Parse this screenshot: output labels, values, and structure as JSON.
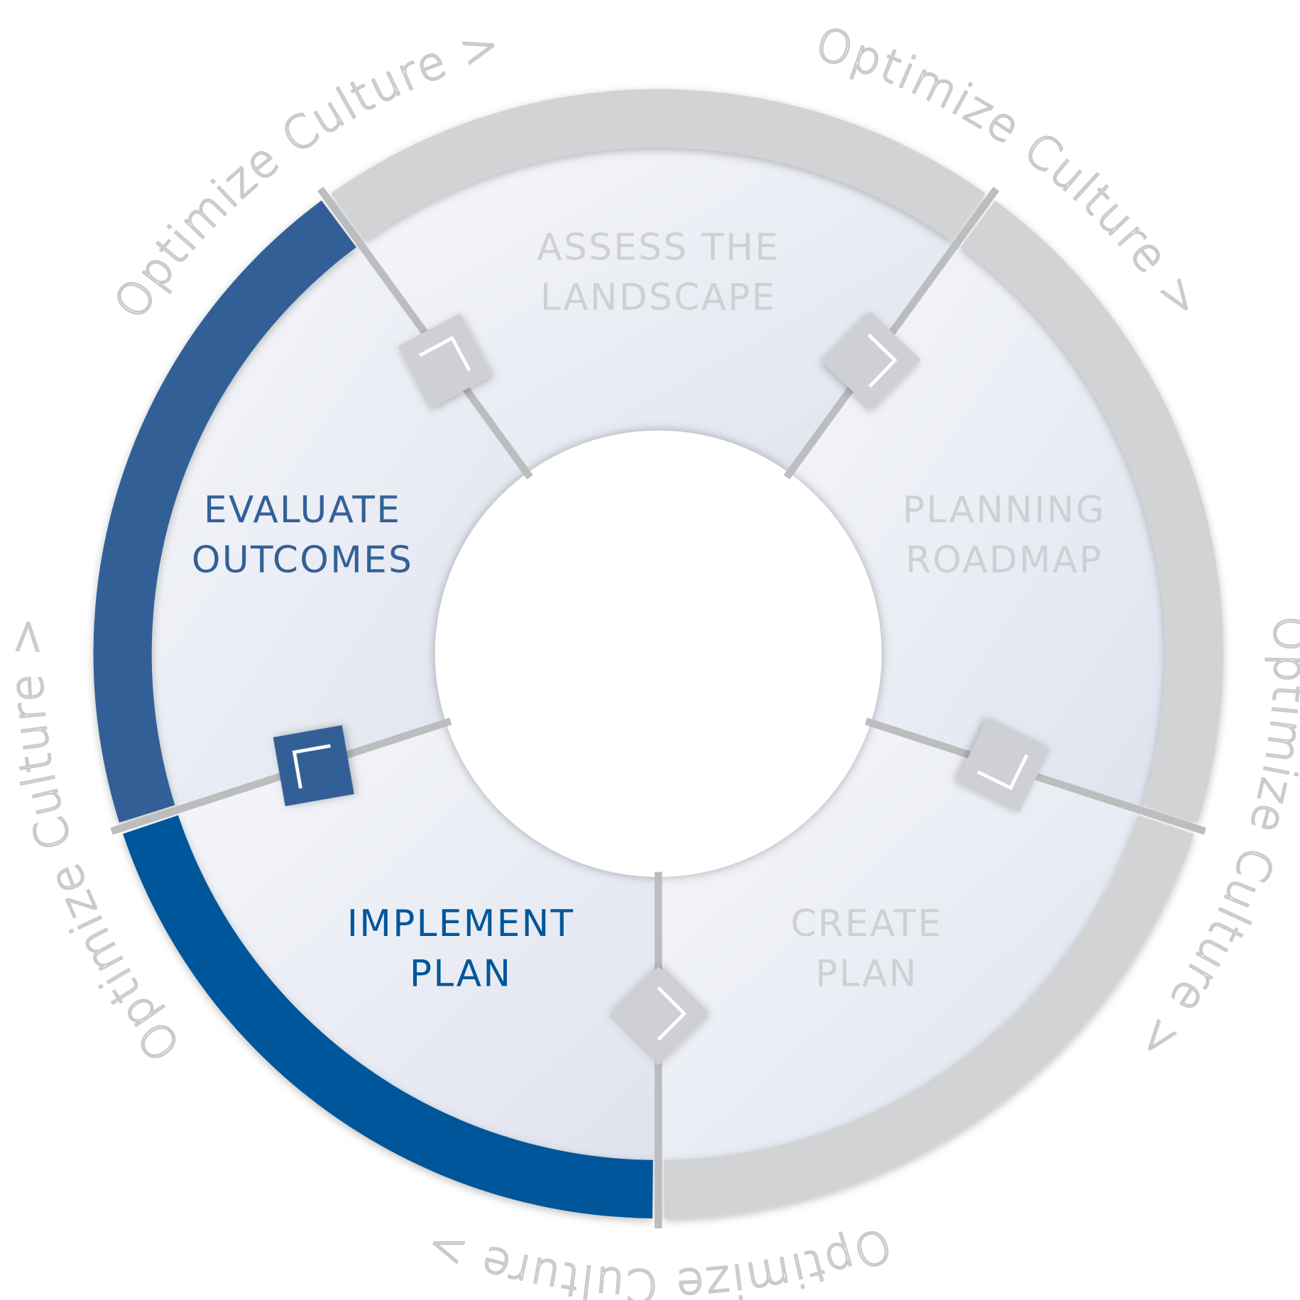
{
  "colors": {
    "ring_gray": "#d2d3d5",
    "divider_gray": "#bcbdbf",
    "label_gray": "#cfd0d3",
    "evaluate_blue": "#336196",
    "implement_blue": "#00569a",
    "ring_text": "#c9cacc"
  },
  "ring_text": "Optimize Culture >",
  "segments": [
    {
      "id": "assess",
      "line1": "ASSESS THE",
      "line2": "LANDSCAPE",
      "active": false
    },
    {
      "id": "planning",
      "line1": "PLANNING",
      "line2": "ROADMAP",
      "active": false
    },
    {
      "id": "create",
      "line1": "CREATE",
      "line2": "PLAN",
      "active": false
    },
    {
      "id": "implement",
      "line1": "IMPLEMENT",
      "line2": "PLAN",
      "active": true
    },
    {
      "id": "evaluate",
      "line1": "EVALUATE",
      "line2": "OUTCOMES",
      "active": true
    }
  ]
}
